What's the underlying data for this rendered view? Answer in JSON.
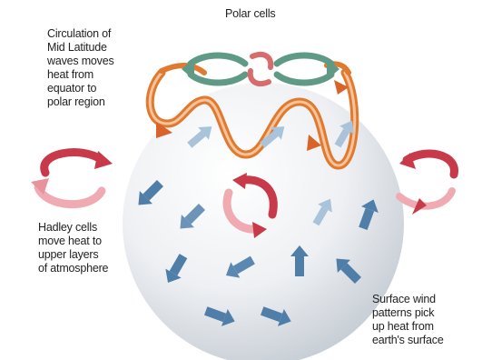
{
  "diagram": {
    "labels": {
      "polar_cells": "Polar cells",
      "mid_latitude": [
        "Circulation of",
        "Mid Latitude",
        "waves moves",
        "heat from",
        "equator to",
        "polar region"
      ],
      "hadley": [
        "Hadley cells",
        "move heat to",
        "upper layers",
        "of atmosphere"
      ],
      "surface_wind": [
        "Surface wind",
        "patterns pick",
        "up heat from",
        "earth's surface"
      ]
    },
    "colors": {
      "sphere_light": "#ffffff",
      "sphere_dark": "#c9cfd6",
      "polar_green": "#5f9a86",
      "polar_red": "#d86b6b",
      "wave_orange": "#e07a30",
      "wave_orange_light": "#f2b07a",
      "hadley_red": "#c83a4a",
      "hadley_pink": "#efaab2",
      "surface_blue": "#4f7ea8",
      "surface_blue_light": "#a9c3da",
      "text": "#222222"
    }
  }
}
